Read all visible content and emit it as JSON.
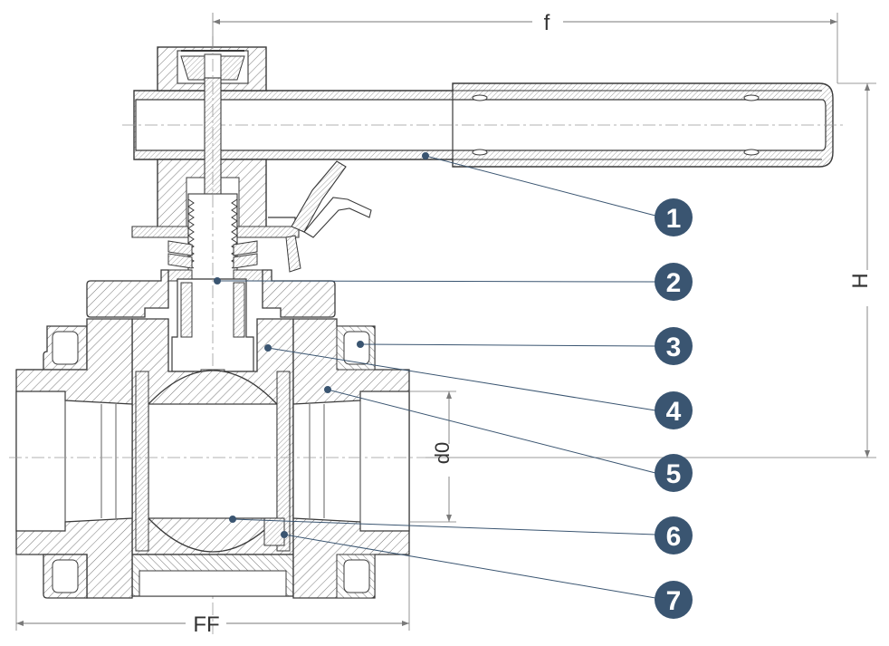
{
  "dimensions": {
    "f": "f",
    "H": "H",
    "d0": "d0",
    "FF": "FF"
  },
  "callouts": [
    {
      "number": "1"
    },
    {
      "number": "2"
    },
    {
      "number": "3"
    },
    {
      "number": "4"
    },
    {
      "number": "5"
    },
    {
      "number": "6"
    },
    {
      "number": "7"
    }
  ],
  "colors": {
    "callout_fill": "#3a5571",
    "callout_text": "#ffffff",
    "outline": "#3a3a3a",
    "hatch": "#6b6b6b",
    "dimension_line": "#7a7a7a"
  }
}
